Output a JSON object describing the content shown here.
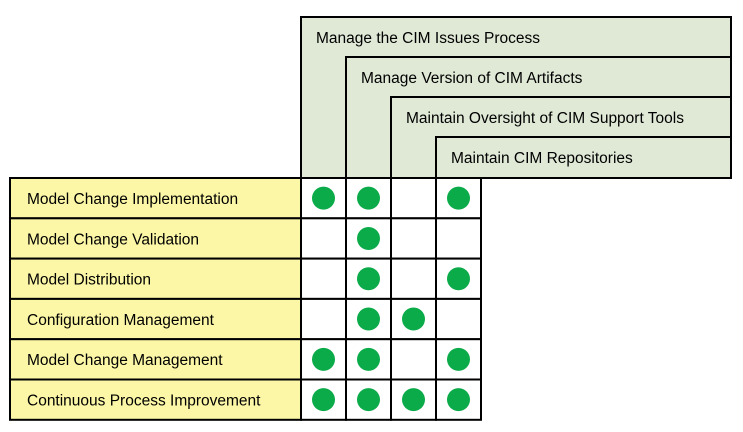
{
  "colors": {
    "header_fill": "#dfe9d6",
    "row_label_fill": "#fcf7a6",
    "dot": "#0bab4a",
    "border": "#000000"
  },
  "columns": [
    "Manage the CIM Issues Process",
    "Manage Version of CIM Artifacts",
    "Maintain Oversight of CIM Support Tools",
    "Maintain CIM Repositories"
  ],
  "rows": [
    {
      "label": "Model Change Implementation",
      "marks": [
        true,
        true,
        false,
        true
      ]
    },
    {
      "label": "Model Change Validation",
      "marks": [
        false,
        true,
        false,
        false
      ]
    },
    {
      "label": "Model Distribution",
      "marks": [
        false,
        true,
        false,
        true
      ]
    },
    {
      "label": "Configuration Management",
      "marks": [
        false,
        true,
        true,
        false
      ]
    },
    {
      "label": "Model Change Management",
      "marks": [
        true,
        true,
        false,
        true
      ]
    },
    {
      "label": "Continuous Process Improvement",
      "marks": [
        true,
        true,
        true,
        true
      ]
    }
  ]
}
